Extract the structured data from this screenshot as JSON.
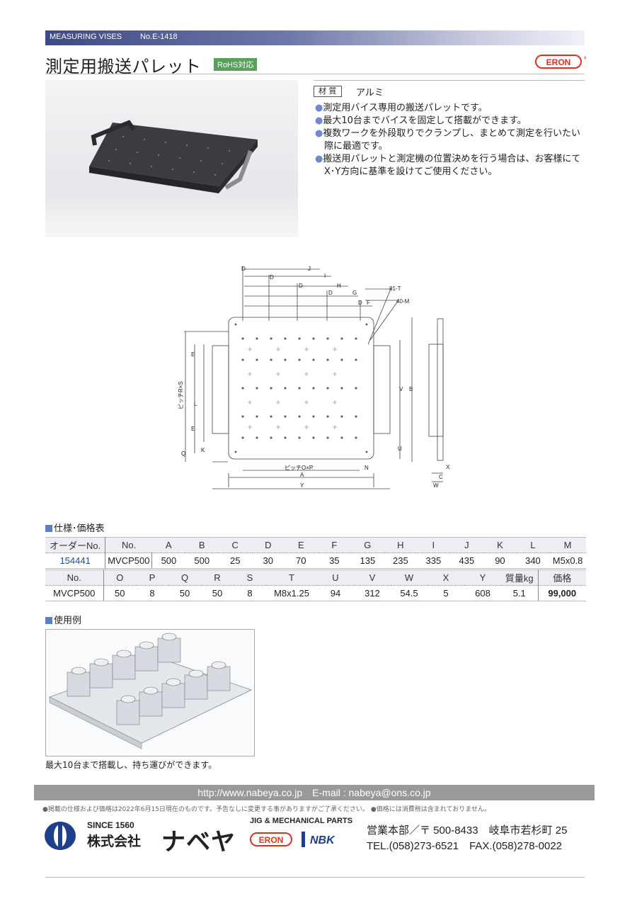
{
  "header": {
    "category": "MEASURING VISES",
    "number": "No.E-1418",
    "title": "測定用搬送パレット",
    "rohs": "RoHS対応",
    "logo": "ERON"
  },
  "material": {
    "label": "材 質",
    "value": "アルミ"
  },
  "features": [
    "測定用バイス専用の搬送パレットです。",
    "最大10台までバイスを固定して搭載ができます。",
    "複数ワークを外段取りでクランプし、まとめて測定を行いたい際に最適です。",
    "搬送用パレットと測定機の位置決めを行う場合は、お客様にてX･Y方向に基準を設けてご使用ください。"
  ],
  "diagram_labels": {
    "D": "D",
    "J": "J",
    "I": "I",
    "H": "H",
    "G": "G",
    "F": "F",
    "E": "E",
    "holes_t": "81-T",
    "holes_m": "40-M",
    "pitch_rs": "ピッチR×S",
    "L": "L",
    "K": "K",
    "Q": "Q",
    "V": "V",
    "B": "B",
    "U": "U",
    "N": "N",
    "pitch_op": "ピッチO×P",
    "A": "A",
    "Y": "Y",
    "X": "X",
    "C": "C",
    "W": "W"
  },
  "spec_section_title": "仕様･価格表",
  "spec_table": {
    "row1_headers": [
      "オーダーNo.",
      "No.",
      "A",
      "B",
      "C",
      "D",
      "E",
      "F",
      "G",
      "H",
      "I",
      "J",
      "K",
      "L",
      "M"
    ],
    "row1_values": [
      "154441",
      "MVCP500",
      "500",
      "500",
      "25",
      "30",
      "70",
      "35",
      "135",
      "235",
      "335",
      "435",
      "90",
      "340",
      "M5x0.8"
    ],
    "row2_headers": [
      "No.",
      "O",
      "P",
      "Q",
      "R",
      "S",
      "T",
      "U",
      "V",
      "W",
      "X",
      "Y",
      "質量kg",
      "価格"
    ],
    "row2_values": [
      "MVCP500",
      "50",
      "8",
      "50",
      "50",
      "8",
      "M8x1.25",
      "94",
      "312",
      "54.5",
      "5",
      "608",
      "5.1",
      "99,000"
    ]
  },
  "usage_section_title": "使用例",
  "usage_caption": "最大10台まで搭載し、持ち運びができます。",
  "footer": {
    "web": "http://www.nabeya.co.jp　E-mail : nabeya@ons.co.jp",
    "note": "●掲載の仕様および価格は2022年6月15日現在のものです。予告なしに変更する事がありますがご了承ください。 ●価格には消費税は含まれておりません。",
    "since": "SINCE 1560",
    "company": "株式会社",
    "brand": "ナベヤ",
    "jig": "JIG & MECHANICAL PARTS",
    "logo_eron": "ERON",
    "logo_nbk": "NBK",
    "address": "営業本部／〒 500-8433　岐阜市若杉町 25",
    "tel": "TEL.(058)273-6521　FAX.(058)278-0022"
  },
  "colors": {
    "header_bar": "#3d4a86",
    "rohs": "#5aa05a",
    "bullet": "#6d8ad1",
    "link": "#1a4fa8",
    "eron": "#e0301e",
    "nbk": "#1f3e8c"
  }
}
